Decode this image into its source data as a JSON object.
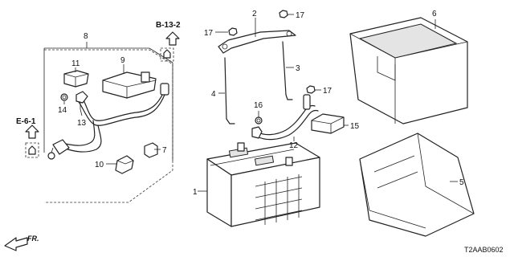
{
  "callouts": {
    "p1": "1",
    "p2": "2",
    "p3": "3",
    "p4": "4",
    "p5": "5",
    "p6": "6",
    "p7": "7",
    "p8": "8",
    "p9": "9",
    "p10": "10",
    "p11": "11",
    "p12": "12",
    "p13": "13",
    "p14": "14",
    "p15": "15",
    "p16": "16",
    "p17a": "17",
    "p17b": "17",
    "p17c": "17"
  },
  "references": {
    "b13": "B-13-2",
    "e6": "E-6-1"
  },
  "direction_label": "FR.",
  "diagram_code": "T2AAB0602",
  "icons": [
    "front-direction-arrow-icon",
    "reference-arrow-icon"
  ]
}
